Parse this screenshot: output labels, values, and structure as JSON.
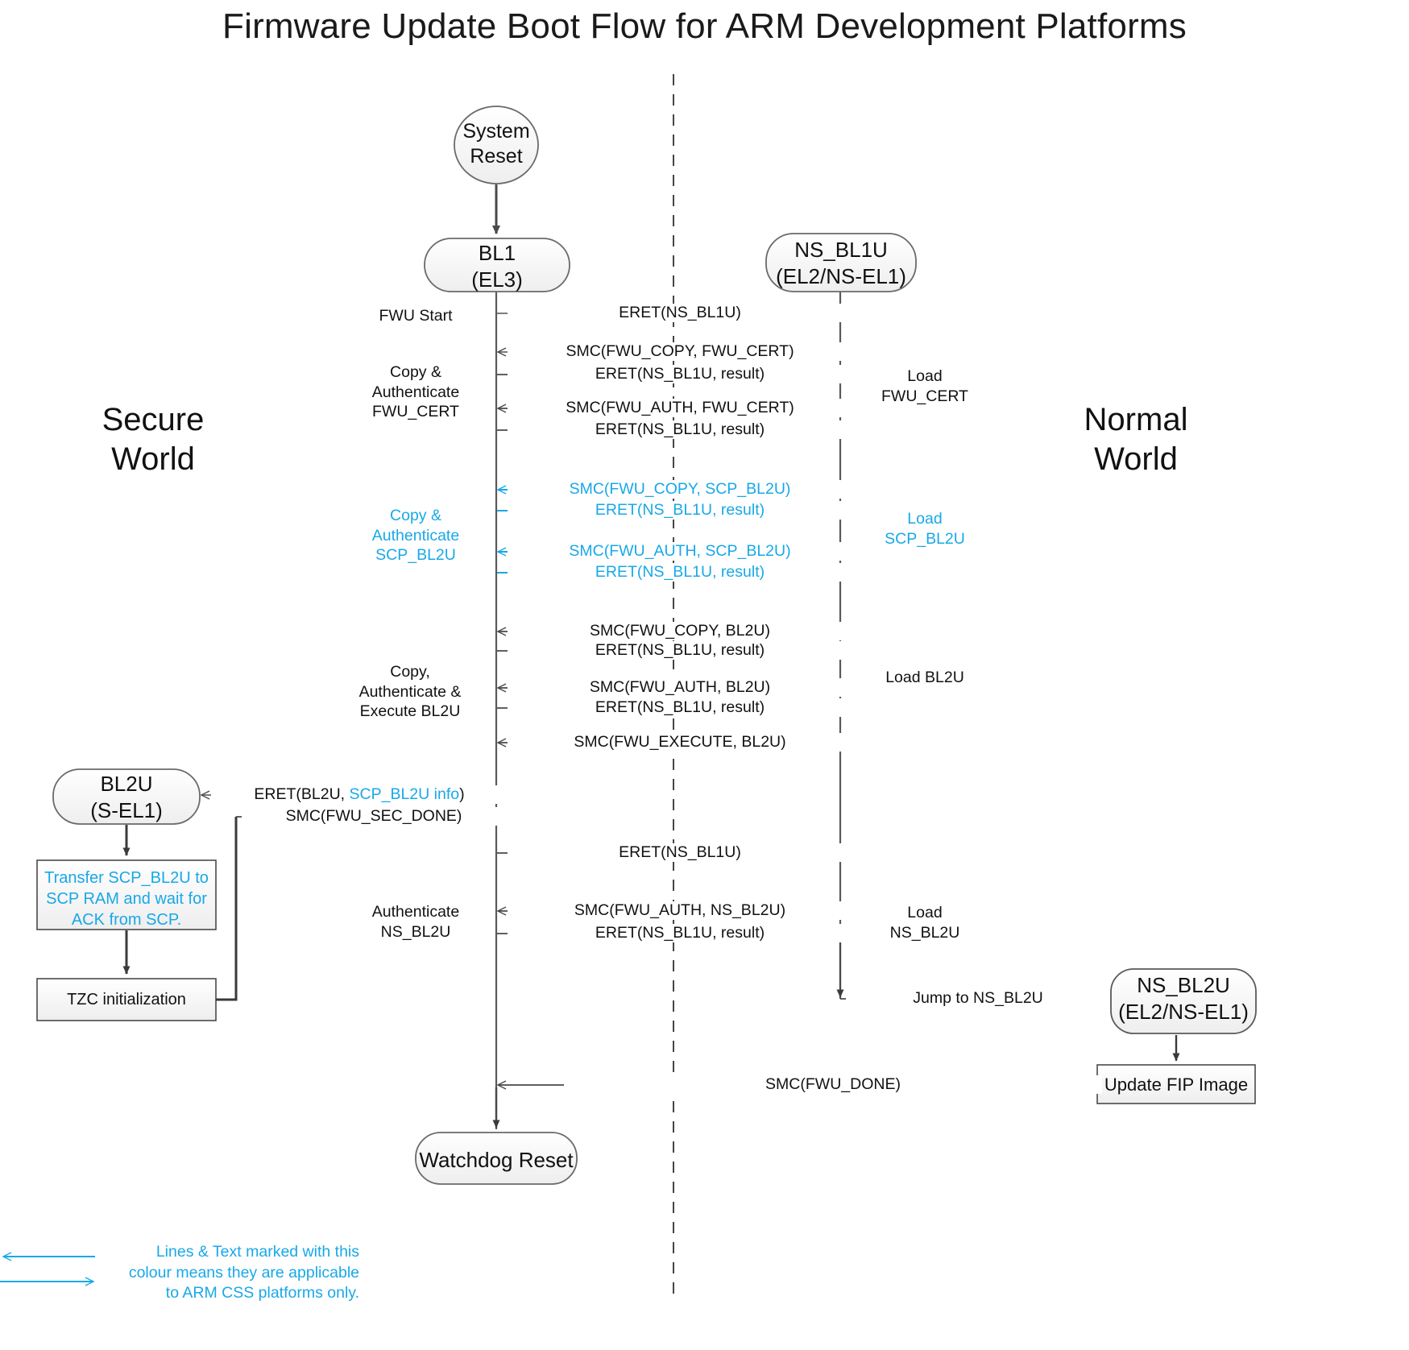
{
  "title": "Firmware Update Boot Flow for ARM Development Platforms",
  "colors": {
    "accent_cyan": "#18a8e8",
    "line_black": "#3a3a3a",
    "node_fill": "#f4f4f4",
    "node_stroke": "#5a5a5a",
    "text": "#111111"
  },
  "worlds": {
    "secure": "Secure\nWorld",
    "secure_line1": "Secure",
    "secure_line2": "World",
    "normal_line1": "Normal",
    "normal_line2": "World"
  },
  "nodes": {
    "system_reset": {
      "line1": "System",
      "line2": "Reset",
      "shape": "ellipse"
    },
    "bl1": {
      "line1": "BL1",
      "line2": "(EL3)",
      "shape": "rounded"
    },
    "ns_bl1u": {
      "line1": "NS_BL1U",
      "line2": "(EL2/NS-EL1)",
      "shape": "rounded"
    },
    "bl2u": {
      "line1": "BL2U",
      "line2": "(S-EL1)",
      "shape": "rounded"
    },
    "ns_bl2u": {
      "line1": "NS_BL2U",
      "line2": "(EL2/NS-EL1)",
      "shape": "rounded"
    },
    "watchdog_reset": {
      "line1": "Watchdog Reset",
      "shape": "rounded"
    }
  },
  "boxes": {
    "transfer_scp": {
      "line1": "Transfer SCP_BL2U to",
      "line2": "SCP RAM and wait for",
      "line3": "ACK from SCP.",
      "cyan": true
    },
    "tzc_init": {
      "line1": "TZC initialization",
      "cyan": false
    },
    "update_fip": {
      "line1": "Update FIP Image",
      "cyan": false
    }
  },
  "left_labels": [
    {
      "id": "fwu-start",
      "lines": [
        "FWU Start"
      ],
      "cyan": false
    },
    {
      "id": "copy-auth-fwu-cert",
      "lines": [
        "Copy &",
        "Authenticate",
        "FWU_CERT"
      ],
      "cyan": false
    },
    {
      "id": "copy-auth-scp-bl2u",
      "lines": [
        "Copy &",
        "Authenticate",
        "SCP_BL2U"
      ],
      "cyan": true
    },
    {
      "id": "copy-auth-exec-bl2u",
      "lines": [
        "Copy,",
        "Authenticate &",
        "Execute BL2U"
      ],
      "cyan": false
    },
    {
      "id": "authenticate-ns-bl2u",
      "lines": [
        "Authenticate",
        "NS_BL2U"
      ],
      "cyan": false
    }
  ],
  "right_labels": [
    {
      "id": "load-fwu-cert",
      "lines": [
        "Load",
        "FWU_CERT"
      ],
      "cyan": false
    },
    {
      "id": "load-scp-bl2u",
      "lines": [
        "Load",
        "SCP_BL2U"
      ],
      "cyan": true
    },
    {
      "id": "load-bl2u",
      "lines": [
        "Load BL2U"
      ],
      "cyan": false
    },
    {
      "id": "load-ns-bl2u",
      "lines": [
        "Load",
        "NS_BL2U"
      ],
      "cyan": false
    }
  ],
  "messages": [
    {
      "id": "m1",
      "text": "ERET(NS_BL1U)",
      "dir": "right",
      "cyan": false
    },
    {
      "id": "m2",
      "text": "SMC(FWU_COPY, FWU_CERT)",
      "dir": "left",
      "cyan": false
    },
    {
      "id": "m3",
      "text": "ERET(NS_BL1U, result)",
      "dir": "right",
      "cyan": false
    },
    {
      "id": "m4",
      "text": "SMC(FWU_AUTH, FWU_CERT)",
      "dir": "left",
      "cyan": false
    },
    {
      "id": "m5",
      "text": "ERET(NS_BL1U, result)",
      "dir": "right",
      "cyan": false
    },
    {
      "id": "m6",
      "text": "SMC(FWU_COPY, SCP_BL2U)",
      "dir": "left",
      "cyan": true
    },
    {
      "id": "m7",
      "text": "ERET(NS_BL1U, result)",
      "dir": "right",
      "cyan": true
    },
    {
      "id": "m8",
      "text": "SMC(FWU_AUTH, SCP_BL2U)",
      "dir": "left",
      "cyan": true
    },
    {
      "id": "m9",
      "text": "ERET(NS_BL1U, result)",
      "dir": "right",
      "cyan": true
    },
    {
      "id": "m10",
      "text": "SMC(FWU_COPY, BL2U)",
      "dir": "left",
      "cyan": false
    },
    {
      "id": "m11",
      "text": "ERET(NS_BL1U, result)",
      "dir": "right",
      "cyan": false
    },
    {
      "id": "m12",
      "text": "SMC(FWU_AUTH, BL2U)",
      "dir": "left",
      "cyan": false
    },
    {
      "id": "m13",
      "text": "ERET(NS_BL1U, result)",
      "dir": "right",
      "cyan": false
    },
    {
      "id": "m14",
      "text": "SMC(FWU_EXECUTE, BL2U)",
      "dir": "left",
      "cyan": false
    },
    {
      "id": "m17",
      "text": "ERET(NS_BL1U)",
      "dir": "right",
      "cyan": false
    },
    {
      "id": "m18",
      "text": "SMC(FWU_AUTH, NS_BL2U)",
      "dir": "left",
      "cyan": false
    },
    {
      "id": "m19",
      "text": "ERET(NS_BL1U, result)",
      "dir": "right",
      "cyan": false
    }
  ],
  "secure_messages": {
    "eret_bl2u_pre": "ERET(BL2U, ",
    "eret_bl2u_cyan": "SCP_BL2U info",
    "eret_bl2u_post": ")",
    "smc_fwu_sec_done": "SMC(FWU_SEC_DONE)"
  },
  "bottom_messages": {
    "jump_to_ns_bl2u": "Jump to NS_BL2U",
    "smc_fwu_done": "SMC(FWU_DONE)"
  },
  "legend": {
    "line1": "Lines & Text marked with this",
    "line2": "colour means they are applicable",
    "line3": "to ARM CSS platforms only."
  }
}
